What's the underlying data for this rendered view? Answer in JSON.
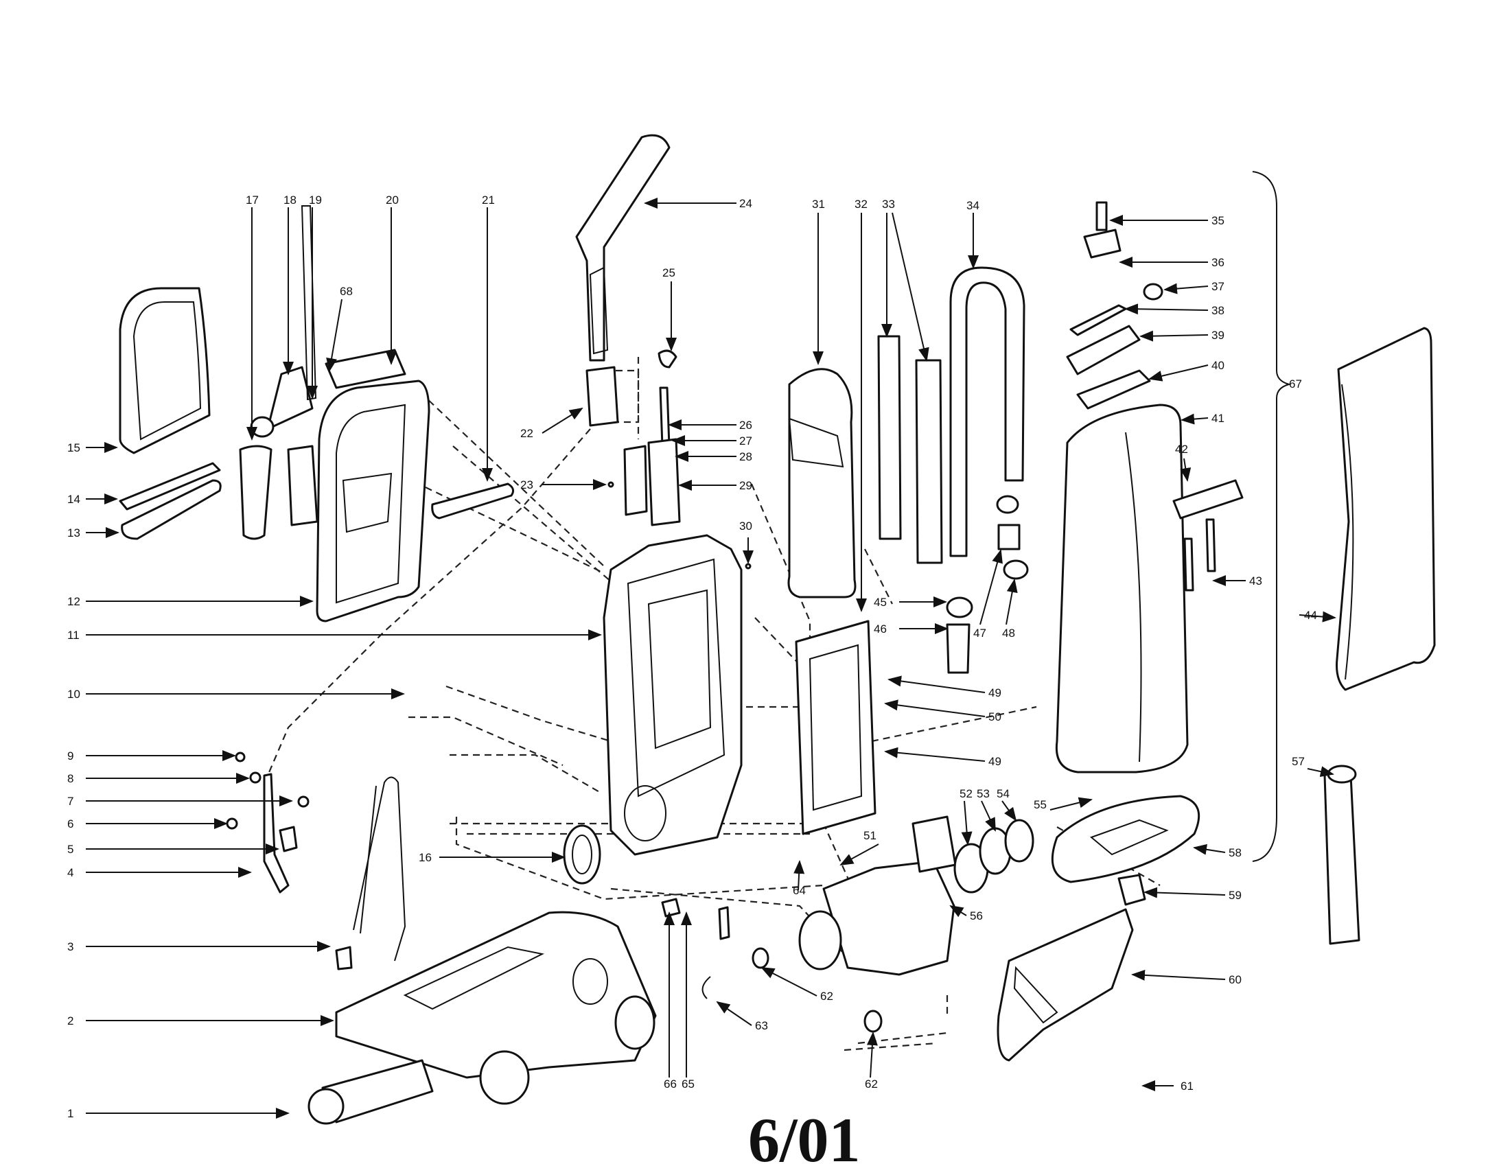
{
  "revision_label": "6/01",
  "callouts": [
    "1",
    "2",
    "3",
    "4",
    "5",
    "6",
    "7",
    "8",
    "9",
    "10",
    "11",
    "12",
    "13",
    "14",
    "15",
    "16",
    "17",
    "18",
    "19",
    "20",
    "21",
    "22",
    "23",
    "24",
    "25",
    "26",
    "27",
    "28",
    "29",
    "30",
    "31",
    "32",
    "33",
    "34",
    "35",
    "36",
    "37",
    "38",
    "39",
    "40",
    "41",
    "42",
    "43",
    "44",
    "45",
    "46",
    "47",
    "48",
    "49",
    "50",
    "49",
    "51",
    "52",
    "53",
    "54",
    "55",
    "56",
    "57",
    "58",
    "59",
    "60",
    "61",
    "62",
    "62",
    "63",
    "64",
    "65",
    "66",
    "67",
    "68"
  ]
}
